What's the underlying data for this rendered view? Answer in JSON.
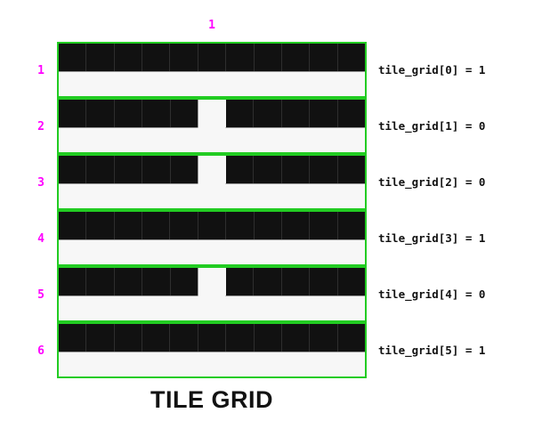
{
  "title": "TILE GRID",
  "colors": {
    "axis_label": "#ff00ff",
    "grid_border": "#22cc22",
    "tile_filled": "#111111",
    "tile_empty": "#f7f7f7",
    "background": "#ffffff",
    "annotation_text": "#121212"
  },
  "column_header": {
    "label": "1"
  },
  "row_labels": [
    "1",
    "2",
    "3",
    "4",
    "5",
    "6"
  ],
  "annotations": [
    "tile_grid[0] = 1",
    "tile_grid[1] = 0",
    "tile_grid[2] = 0",
    "tile_grid[3] = 1",
    "tile_grid[4] = 0",
    "tile_grid[5] = 1"
  ],
  "chart_data": {
    "type": "heatmap",
    "title": "TILE GRID",
    "xlabel": "",
    "ylabel": "",
    "columns": 11,
    "rows": 6,
    "row_tick_labels": [
      "1",
      "2",
      "3",
      "4",
      "5",
      "6"
    ],
    "column_tick_labels": [
      "1"
    ],
    "gap_column_index": 5,
    "legend": [],
    "grid": true,
    "values": [
      1,
      0,
      0,
      1,
      0,
      1
    ],
    "cells": [
      [
        1,
        1,
        1,
        1,
        1,
        1,
        1,
        1,
        1,
        1,
        1
      ],
      [
        1,
        1,
        1,
        1,
        1,
        0,
        1,
        1,
        1,
        1,
        1
      ],
      [
        1,
        1,
        1,
        1,
        1,
        0,
        1,
        1,
        1,
        1,
        1
      ],
      [
        1,
        1,
        1,
        1,
        1,
        1,
        1,
        1,
        1,
        1,
        1
      ],
      [
        1,
        1,
        1,
        1,
        1,
        0,
        1,
        1,
        1,
        1,
        1
      ],
      [
        1,
        1,
        1,
        1,
        1,
        1,
        1,
        1,
        1,
        1,
        1
      ]
    ],
    "annotations": [
      "tile_grid[0] = 1",
      "tile_grid[1] = 0",
      "tile_grid[2] = 0",
      "tile_grid[3] = 1",
      "tile_grid[4] = 0",
      "tile_grid[5] = 1"
    ]
  }
}
